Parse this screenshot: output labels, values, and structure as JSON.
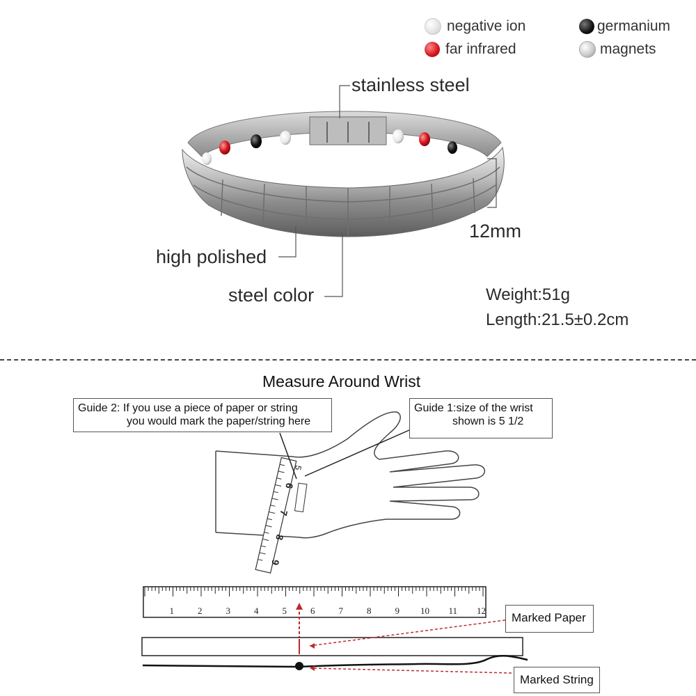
{
  "legend": [
    {
      "label": "negative ion",
      "color": "#f3f3f3"
    },
    {
      "label": "germanium",
      "color": "#111111"
    },
    {
      "label": "far infrared",
      "color": "#d4131a"
    },
    {
      "label": "magnets",
      "color": "#c9c9c9"
    }
  ],
  "product": {
    "callouts": {
      "stainless_steel": "stainless steel",
      "high_polished": "high polished",
      "steel_color": "steel color",
      "width": "12mm"
    },
    "specs": {
      "weight": "Weight:51g",
      "length": "Length:21.5±0.2cm"
    }
  },
  "measure": {
    "title": "Measure Around Wrist",
    "guide2_line1": "Guide 2: If you use a piece of paper or string",
    "guide2_line2": "you would mark the paper/string here",
    "guide1_line1": "Guide 1:size of the wrist",
    "guide1_line2": "shown is 5 1/2",
    "tape_numbers": [
      "5",
      "6",
      "7",
      "8",
      "9"
    ],
    "ruler_numbers": [
      "1",
      "2",
      "3",
      "4",
      "5",
      "6",
      "7",
      "8",
      "9",
      "10",
      "11",
      "12"
    ],
    "marked_paper": "Marked Paper",
    "marked_string": "Marked String"
  }
}
